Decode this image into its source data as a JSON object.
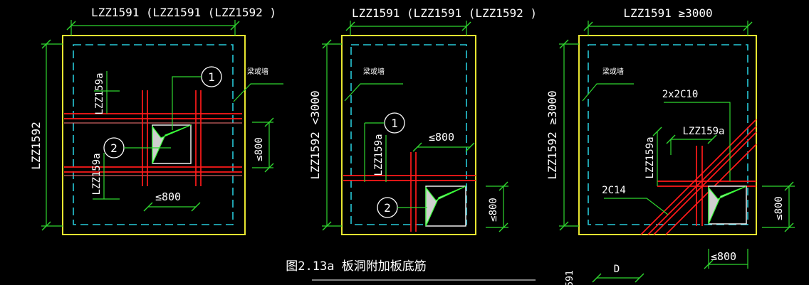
{
  "detail_a": {
    "top_dim": "LZZ1591 (LZZ1591 (LZZ1592 )",
    "left_dim": "LZZ1592",
    "label_159a_top": "LZZ159a",
    "label_159a_bottom": "LZZ159a",
    "bottom_dim": "≤800",
    "right_dim": "≤800",
    "callout_1": "1",
    "callout_2": "2",
    "edge_note": "梁或墙"
  },
  "detail_b": {
    "top_dim": "LZZ1591 (LZZ1591 (LZZ1592 )",
    "left_dim": "LZZ1592 <3000",
    "label_159a": "LZZ159a",
    "top_dim_800": "≤800",
    "right_dim": "≤800",
    "callout_1": "1",
    "callout_2": "2",
    "edge_note": "梁或墙"
  },
  "detail_c": {
    "top_dim": "LZZ1591 ≥3000",
    "left_dim": "LZZ1592 ≥3000",
    "label_159a_v": "LZZ159a",
    "label_159a_h": "LZZ159a",
    "label_2x2c10": "2x2C10",
    "label_2c14": "2C14",
    "right_dim": "≤800",
    "bottom_dim": "≤800",
    "edge_note": "梁或墙"
  },
  "caption": "图2.13a 板洞附加板底筋",
  "stray": {
    "text_591": "591",
    "text_d": "D"
  },
  "colors": {
    "background": "#000000",
    "frame": "#e8e630",
    "dashed": "#27c9d8",
    "dimension": "#2fd62f",
    "rebar": "#ff1a1a"
  }
}
